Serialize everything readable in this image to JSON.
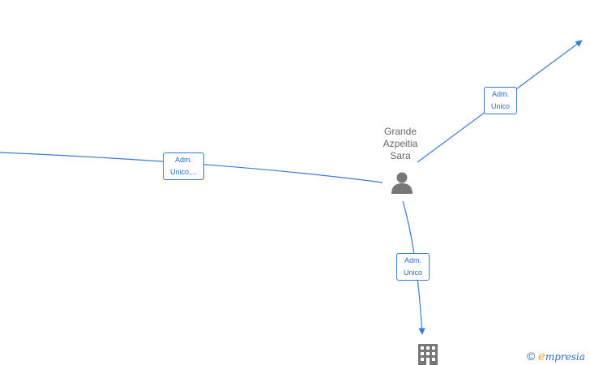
{
  "person": {
    "name_lines": [
      "Grande",
      "Azpeitia",
      "Sara"
    ],
    "icon": "person-icon"
  },
  "company": {
    "icon": "building-icon"
  },
  "edges": [
    {
      "id": "left",
      "label_lines": [
        "Adm.",
        "Unico,..."
      ]
    },
    {
      "id": "top-right",
      "label_lines": [
        "Adm.",
        "Unico"
      ]
    },
    {
      "id": "bottom",
      "label_lines": [
        "Adm.",
        "Unico"
      ]
    }
  ],
  "watermark": {
    "symbol": "©",
    "brand_first": "e",
    "brand_rest": "mpresia"
  },
  "colors": {
    "edge": "#3a7bd5",
    "label_text": "#2a6ac8",
    "node_icon": "#777777",
    "brand_accent": "#f5a623"
  }
}
